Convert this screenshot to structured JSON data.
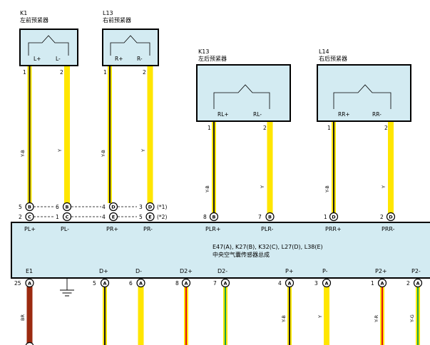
{
  "colors": {
    "box_fill": "#d3ebf2",
    "border": "#000000",
    "wire_yellow": "#ffe600",
    "wire_black": "#1a1a1a",
    "wire_red": "#e01010",
    "wire_green": "#19a34a",
    "wire_brown": "#9b2a10"
  },
  "sensors": [
    {
      "id": "K1",
      "code": "K1",
      "name": "左前预紧器",
      "pins": [
        {
          "label": "L+",
          "num": "1",
          "wire": "Y-B"
        },
        {
          "label": "L-",
          "num": "2",
          "wire": "Y"
        }
      ]
    },
    {
      "id": "L13",
      "code": "L13",
      "name": "右前预紧器",
      "pins": [
        {
          "label": "R+",
          "num": "1",
          "wire": "Y-B"
        },
        {
          "label": "R-",
          "num": "2",
          "wire": "Y"
        }
      ]
    },
    {
      "id": "K13",
      "code": "K13",
      "name": "左后预紧器",
      "pins": [
        {
          "label": "RL+",
          "num": "1",
          "wire": "Y-B"
        },
        {
          "label": "RL-",
          "num": "2",
          "wire": "Y"
        }
      ]
    },
    {
      "id": "L14",
      "code": "L14",
      "name": "右后预紧器",
      "pins": [
        {
          "label": "RR+",
          "num": "1",
          "wire": "Y-B"
        },
        {
          "label": "RR-",
          "num": "2",
          "wire": "Y"
        }
      ]
    }
  ],
  "ecu": {
    "line1": "E47(A), K27(B), K32(C), L27(D), L38(E)",
    "line2": "中央空气囊传感器总成",
    "top_terminals": [
      {
        "label": "PL+",
        "num_top": "5",
        "conn_top": "B",
        "num_bot": "2",
        "conn_bot": "C"
      },
      {
        "label": "PL-",
        "num_top": "6",
        "conn_top": "B",
        "num_bot": "1",
        "conn_bot": "C"
      },
      {
        "label": "PR+",
        "num_top": "4",
        "conn_top": "D",
        "num_bot": "4",
        "conn_bot": "E"
      },
      {
        "label": "PR-",
        "num_top": "3",
        "conn_top": "D",
        "num_bot": "5",
        "conn_bot": "E"
      },
      {
        "label": "PLR+",
        "num": "8",
        "conn": "B"
      },
      {
        "label": "PLR-",
        "num": "7",
        "conn": "B"
      },
      {
        "label": "PRR+",
        "num": "1",
        "conn": "D"
      },
      {
        "label": "PRR-",
        "num": "2",
        "conn": "D"
      }
    ],
    "notes": [
      "(*1)",
      "(*2)"
    ],
    "bottom_terminals": [
      {
        "label": "E1",
        "num": "25",
        "conn": "A",
        "wire": "BR"
      },
      {
        "label": "D+",
        "num": "5",
        "conn": "A",
        "wire": ""
      },
      {
        "label": "D-",
        "num": "6",
        "conn": "A",
        "wire": ""
      },
      {
        "label": "D2+",
        "num": "8",
        "conn": "A",
        "wire": ""
      },
      {
        "label": "D2-",
        "num": "7",
        "conn": "A",
        "wire": ""
      },
      {
        "label": "P+",
        "num": "4",
        "conn": "A",
        "wire": "Y-B"
      },
      {
        "label": "P-",
        "num": "3",
        "conn": "A",
        "wire": "Y"
      },
      {
        "label": "P2+",
        "num": "1",
        "conn": "A",
        "wire": "Y-R"
      },
      {
        "label": "P2-",
        "num": "2",
        "conn": "A",
        "wire": "Y-G"
      }
    ]
  }
}
